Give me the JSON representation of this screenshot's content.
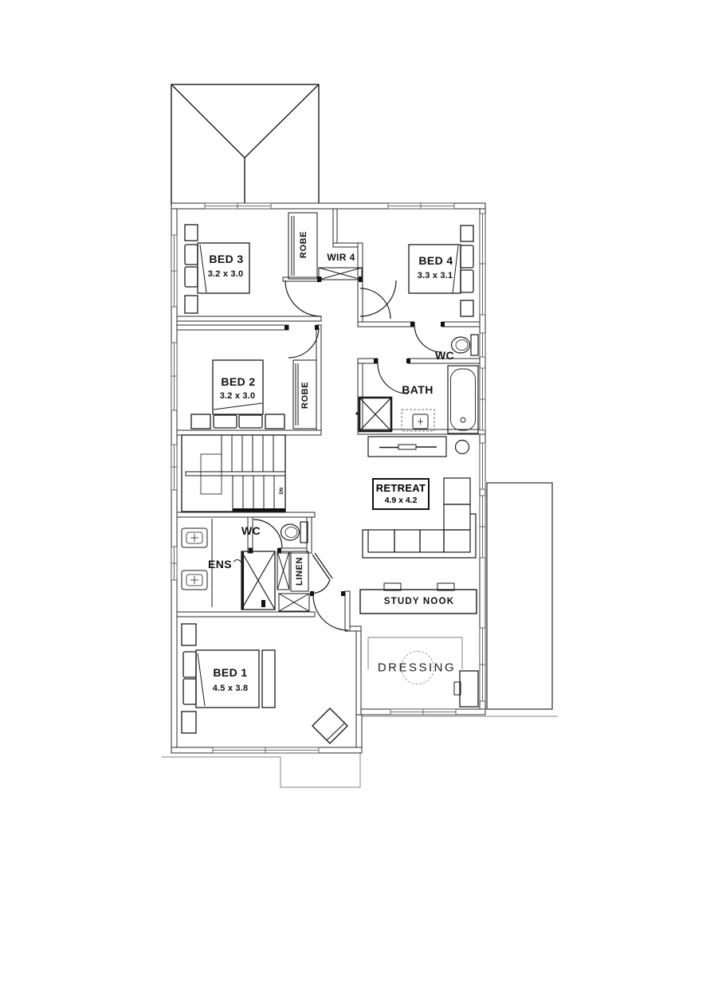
{
  "colors": {
    "line": "#1a1a1a",
    "wall_stroke": "#2a2a2a",
    "wall_fill": "#ffffff",
    "gray_outline": "#9a9a9a",
    "wardrobe_gray": "#999999"
  },
  "rooms": {
    "bed3": {
      "name": "BED 3",
      "dims": "3.2 x 3.0"
    },
    "bed4": {
      "name": "BED 4",
      "dims": "3.3 x 3.1"
    },
    "bed2": {
      "name": "BED 2",
      "dims": "3.2 x 3.0"
    },
    "bed1": {
      "name": "BED 1",
      "dims": "4.5 x 3.8"
    },
    "retreat": {
      "name": "RETREAT",
      "dims": "4.9 x 4.2"
    },
    "wir4": {
      "name": "WIR 4"
    },
    "bath": {
      "name": "BATH"
    },
    "wc_upper": {
      "name": "WC"
    },
    "wc_mid": {
      "name": "WC"
    },
    "ens": {
      "name": "ENS"
    },
    "study_nook": {
      "name": "STUDY NOOK"
    },
    "dressing": {
      "name": "DRESSING"
    },
    "robe_bed3": {
      "name": "ROBE"
    },
    "robe_bed2": {
      "name": "ROBE"
    },
    "linen": {
      "name": "LINEN"
    },
    "stairs": {
      "direction_label": "DN"
    }
  }
}
